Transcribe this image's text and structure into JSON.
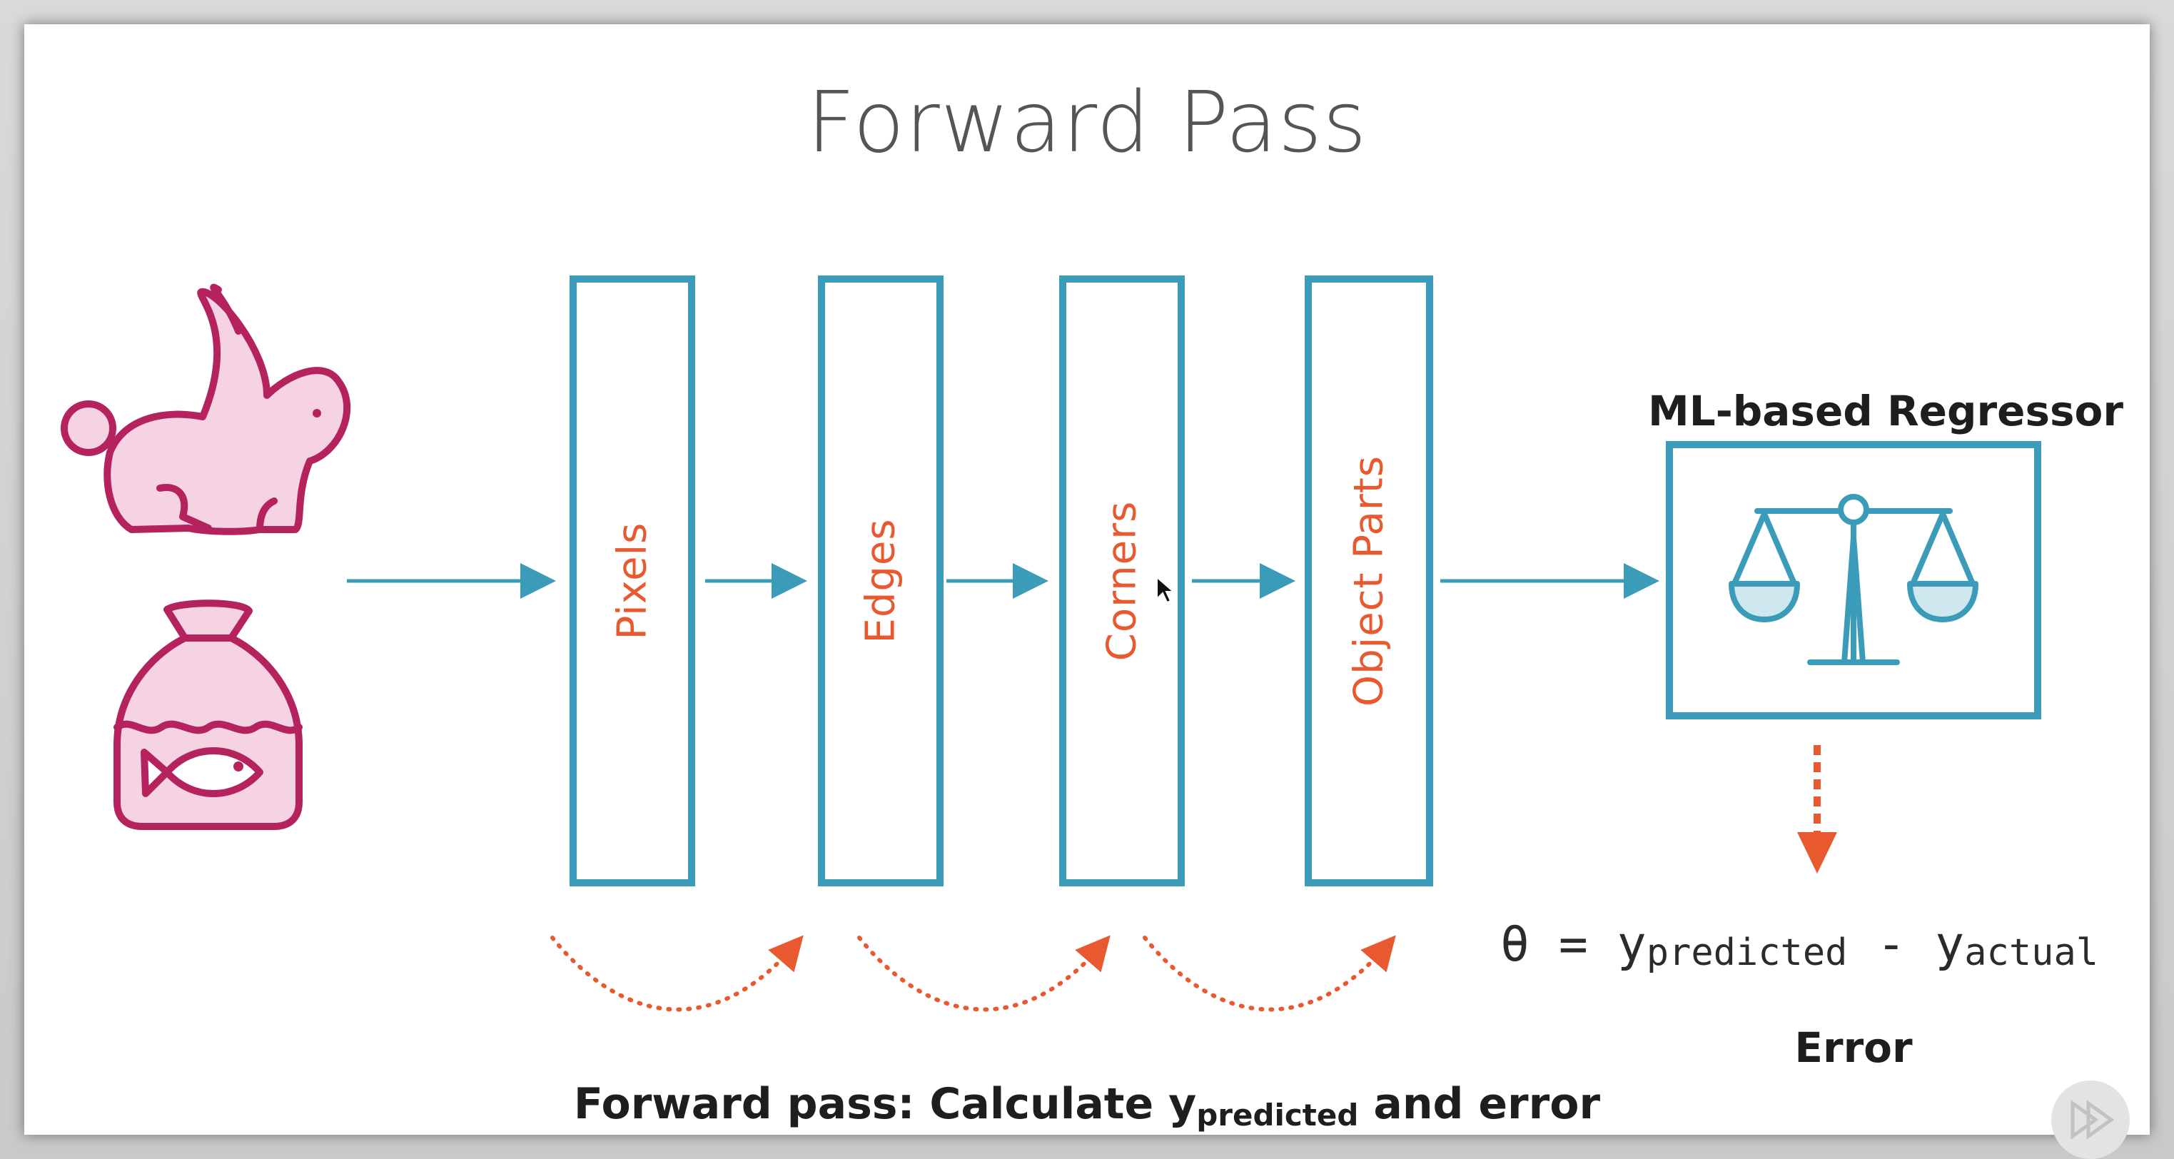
{
  "slide": {
    "title": "Forward Pass"
  },
  "inputs": {
    "icons": [
      "rabbit-icon",
      "fishbowl-icon"
    ],
    "icon_color": "#b5235f",
    "icon_fill": "#f6d3e2"
  },
  "layers": [
    {
      "label": "Pixels"
    },
    {
      "label": "Edges"
    },
    {
      "label": "Corners"
    },
    {
      "label": "Object Parts"
    }
  ],
  "regressor": {
    "title": "ML-based Regressor",
    "icon": "scales-icon"
  },
  "error": {
    "equation_lhs": "θ = y",
    "equation_sub1": "predicted",
    "equation_mid": " - y",
    "equation_sub2": "actual",
    "label": "Error"
  },
  "caption": {
    "prefix": "Forward pass: Calculate y",
    "subscript": "predicted",
    "suffix": " and error"
  },
  "colors": {
    "accent_blue": "#3a9cb8",
    "accent_orange": "#e8592f",
    "icon_magenta": "#b5235f"
  }
}
